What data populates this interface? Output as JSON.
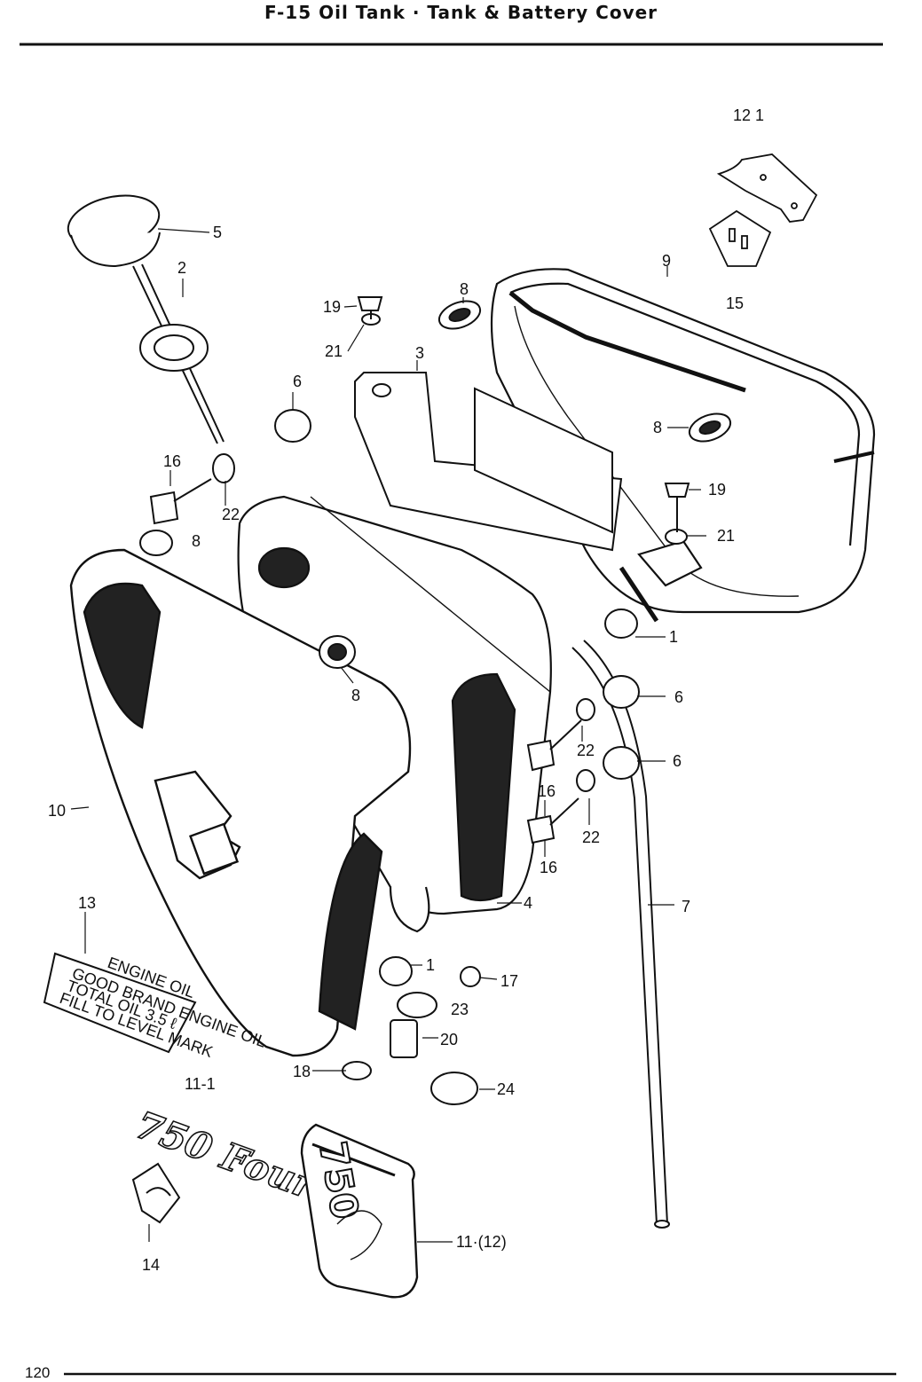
{
  "header": {
    "title": "F-15  Oil Tank · Tank & Battery Cover"
  },
  "footer": {
    "page_number": "120"
  },
  "labels": [
    {
      "id": "lbl-12-1",
      "text": "12  1"
    },
    {
      "id": "lbl-5",
      "text": "5"
    },
    {
      "id": "lbl-2",
      "text": "2"
    },
    {
      "id": "lbl-9",
      "text": "9"
    },
    {
      "id": "lbl-15",
      "text": "15"
    },
    {
      "id": "lbl-8a",
      "text": "8"
    },
    {
      "id": "lbl-19a",
      "text": "19"
    },
    {
      "id": "lbl-21a",
      "text": "21"
    },
    {
      "id": "lbl-3",
      "text": "3"
    },
    {
      "id": "lbl-6a",
      "text": "6"
    },
    {
      "id": "lbl-8b",
      "text": "8"
    },
    {
      "id": "lbl-16a",
      "text": "16"
    },
    {
      "id": "lbl-22a",
      "text": "22"
    },
    {
      "id": "lbl-19b",
      "text": "19"
    },
    {
      "id": "lbl-8c",
      "text": "8"
    },
    {
      "id": "lbl-21b",
      "text": "21"
    },
    {
      "id": "lbl-1a",
      "text": "1"
    },
    {
      "id": "lbl-8d",
      "text": "8"
    },
    {
      "id": "lbl-6b",
      "text": "6"
    },
    {
      "id": "lbl-22b",
      "text": "22"
    },
    {
      "id": "lbl-6c",
      "text": "6"
    },
    {
      "id": "lbl-16b",
      "text": "16"
    },
    {
      "id": "lbl-22c",
      "text": "22"
    },
    {
      "id": "lbl-10",
      "text": "10"
    },
    {
      "id": "lbl-16c",
      "text": "16"
    },
    {
      "id": "lbl-13",
      "text": "13"
    },
    {
      "id": "lbl-4",
      "text": "4"
    },
    {
      "id": "lbl-7",
      "text": "7"
    },
    {
      "id": "lbl-1b",
      "text": "1"
    },
    {
      "id": "lbl-17",
      "text": "17"
    },
    {
      "id": "lbl-23",
      "text": "23"
    },
    {
      "id": "lbl-20",
      "text": "20"
    },
    {
      "id": "lbl-18",
      "text": "18"
    },
    {
      "id": "lbl-24",
      "text": "24"
    },
    {
      "id": "lbl-11-1",
      "text": "11-1"
    },
    {
      "id": "lbl-14",
      "text": "14"
    },
    {
      "id": "lbl-11-12",
      "text": "11·(12)"
    }
  ],
  "decals": {
    "emblem_750": "750",
    "script_750_four": "750 Four",
    "warning_label_lines": [
      "ENGINE OIL",
      "GOOD BRAND ENGINE OIL",
      "TOTAL OIL 3.5 ℓ",
      "FILL TO LEVEL MARK"
    ]
  }
}
